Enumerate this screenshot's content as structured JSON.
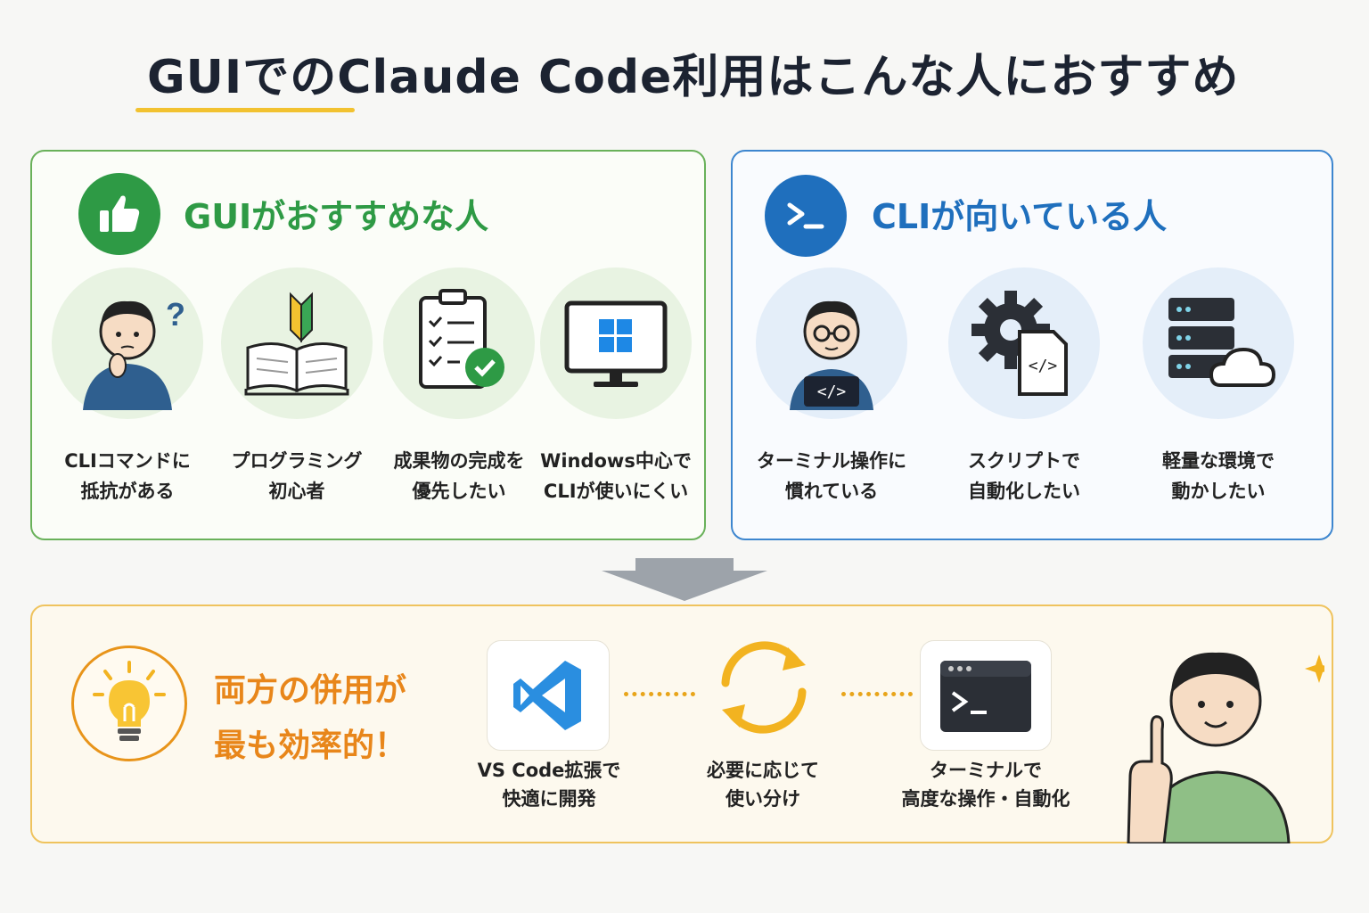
{
  "title": "GUIでのClaude Code利用はこんな人におすすめ",
  "gui_panel": {
    "heading": "GUIがおすすめな人",
    "items": [
      {
        "label": "CLIコマンドに\n抵抗がある",
        "icon": "confused-person-icon"
      },
      {
        "label": "プログラミング\n初心者",
        "icon": "beginner-book-icon"
      },
      {
        "label": "成果物の完成を\n優先したい",
        "icon": "checklist-icon"
      },
      {
        "label": "Windows中心で\nCLIが使いにくい",
        "icon": "windows-monitor-icon"
      }
    ]
  },
  "cli_panel": {
    "heading": "CLIが向いている人",
    "items": [
      {
        "label": "ターミナル操作に\n慣れている",
        "icon": "developer-person-icon"
      },
      {
        "label": "スクリプトで\n自動化したい",
        "icon": "gear-script-icon"
      },
      {
        "label": "軽量な環境で\n動かしたい",
        "icon": "server-cloud-icon"
      }
    ]
  },
  "both_panel": {
    "heading": "両方の併用が\n最も効率的！",
    "vscode_label": "VS Code拡張で\n快適に開発",
    "cycle_label": "必要に応じて\n使い分け",
    "terminal_label": "ターミナルで\n高度な操作・自動化"
  },
  "colors": {
    "gui_green": "#2e9a45",
    "cli_blue": "#1f6fbd",
    "accent_orange": "#e8861a",
    "title_underline": "#f2c230"
  }
}
